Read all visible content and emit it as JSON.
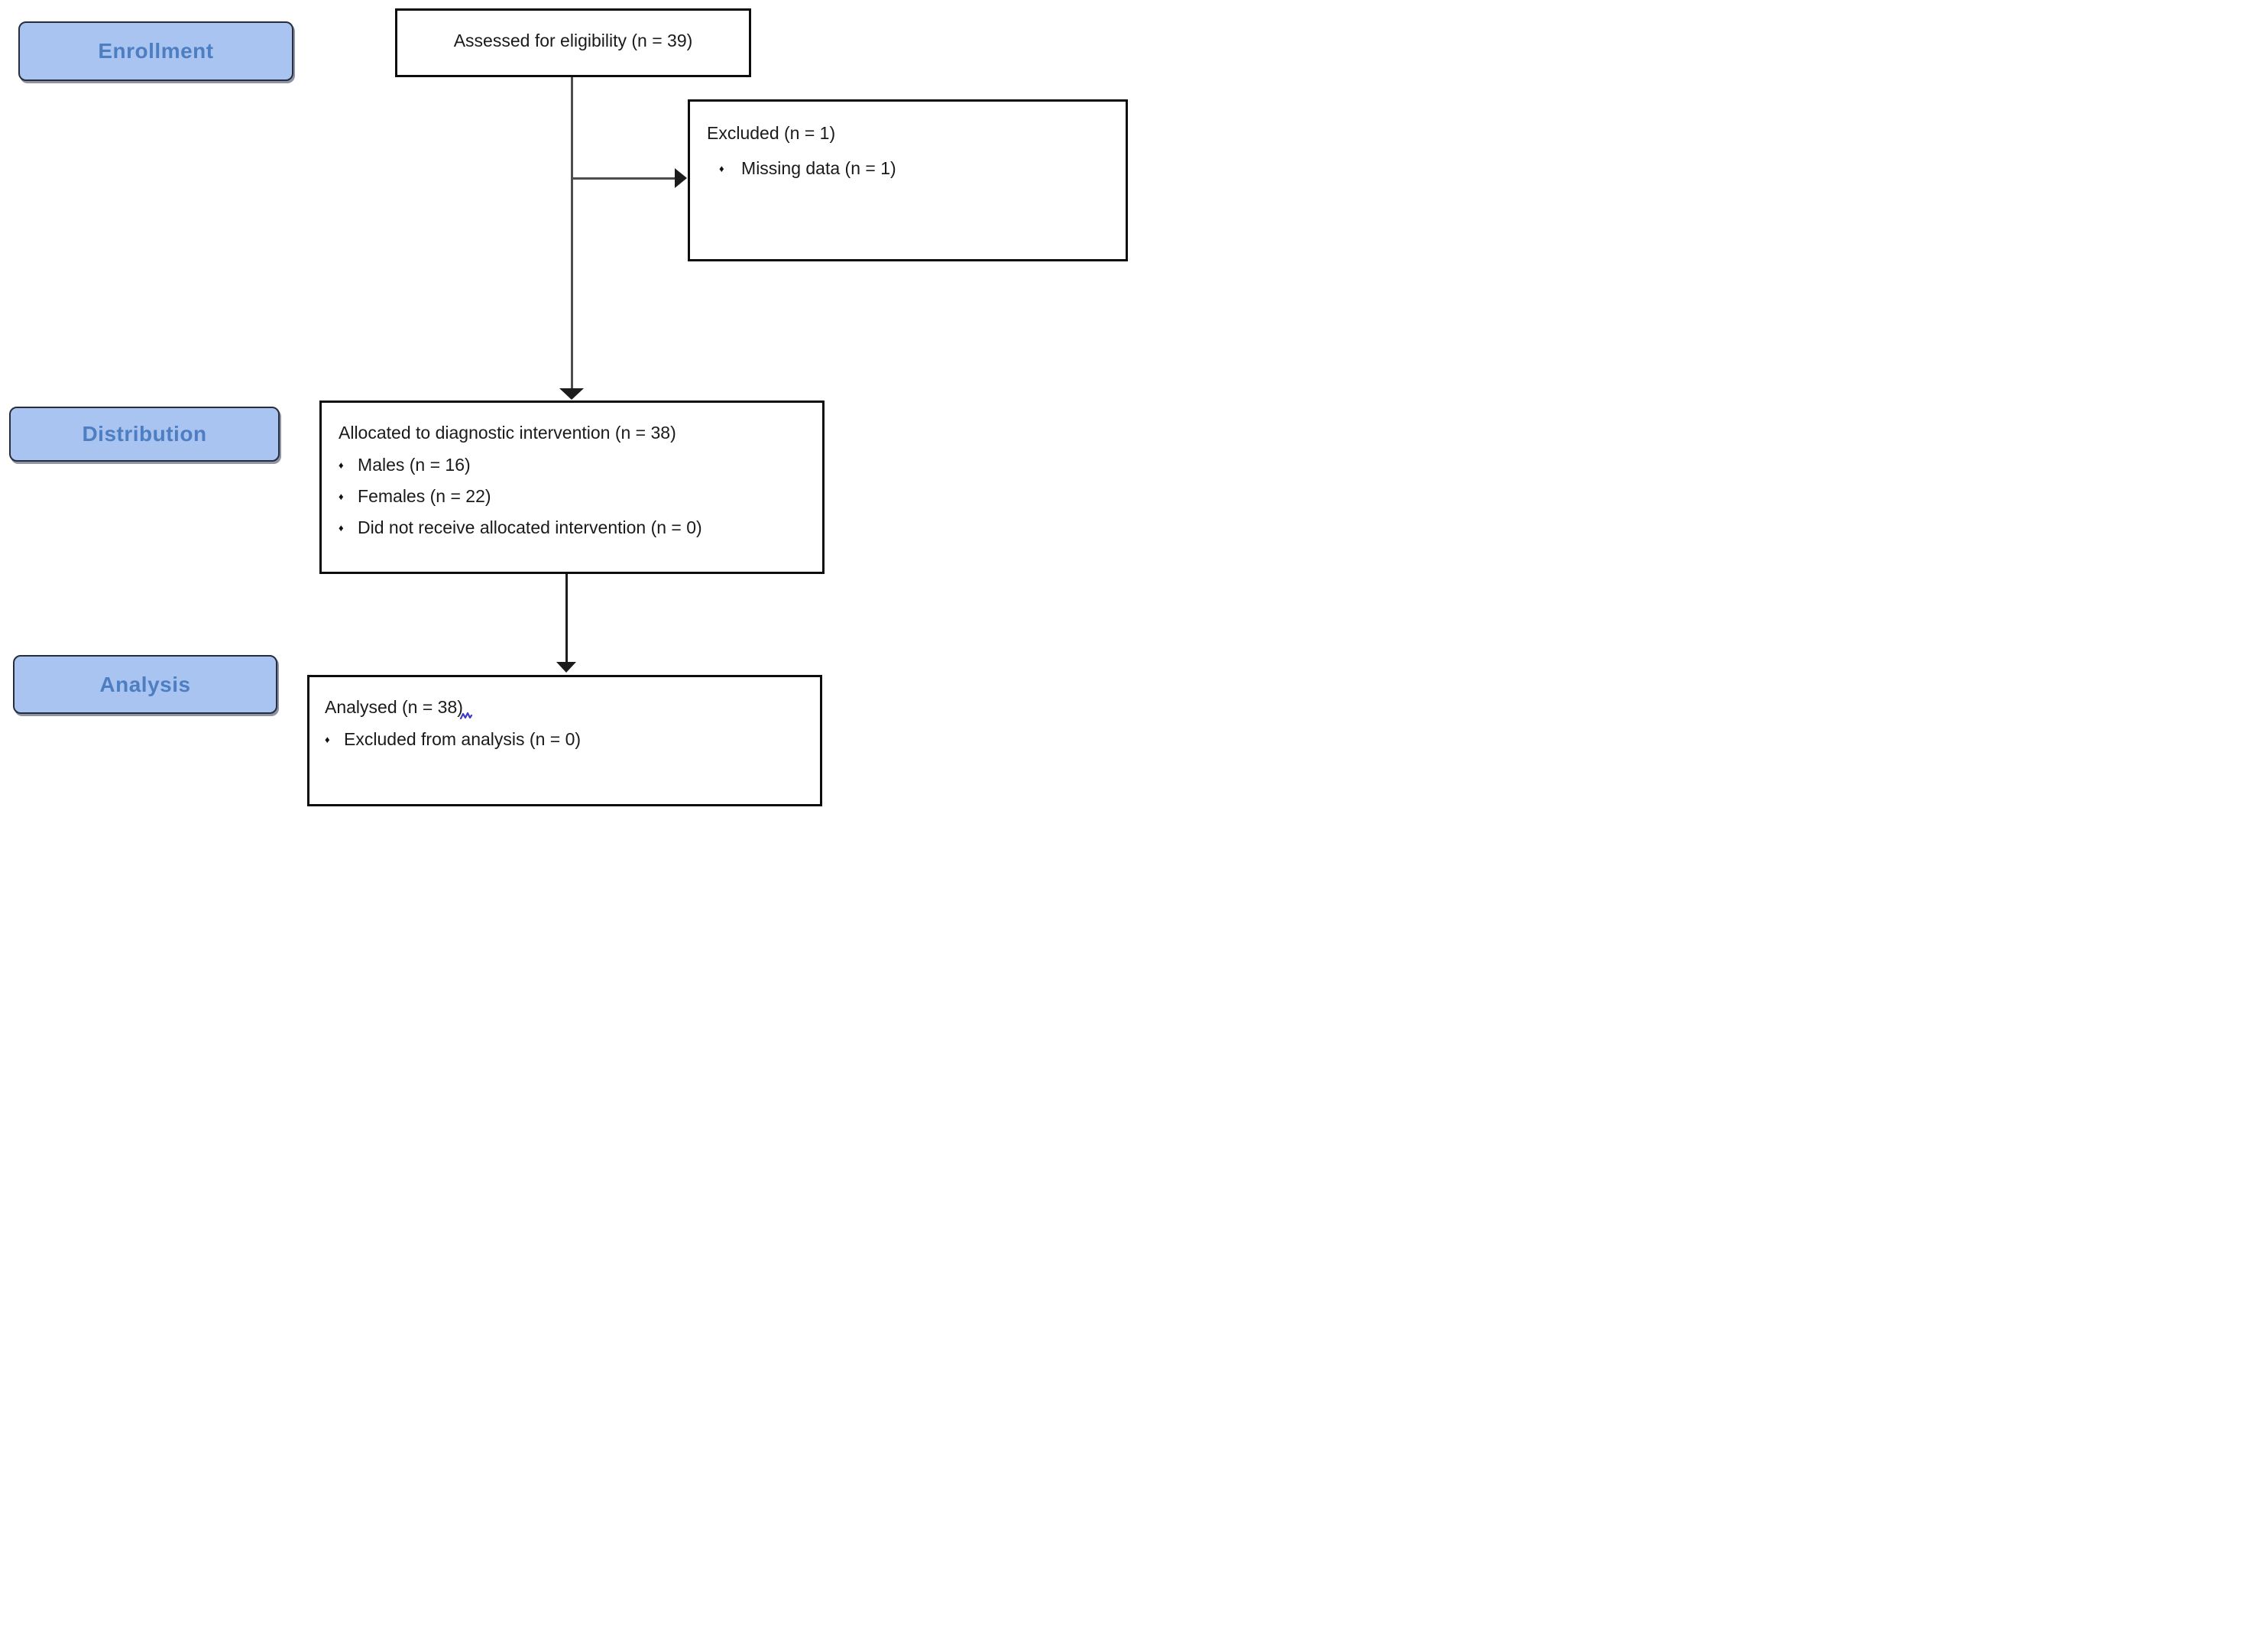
{
  "figure": {
    "type": "consort-flow-diagram",
    "stage_labels": [
      {
        "text": "Enrollment"
      },
      {
        "text": "Distribution"
      },
      {
        "text": "Analysis"
      }
    ],
    "nodes": {
      "assessed": {
        "title": "Assessed for eligibility (n = 39)"
      },
      "excluded": {
        "title": "Excluded (n = 1)",
        "bullets": [
          "Missing data (n = 1)"
        ]
      },
      "allocated": {
        "title": "Allocated to diagnostic intervention (n = 38)",
        "bullets": [
          "Males (n = 16)",
          "Females (n = 22)",
          "Did not receive allocated intervention (n = 0)"
        ]
      },
      "analysed": {
        "title": "Analysed (n = 38)",
        "bullets": [
          "Excluded from analysis (n = 0)"
        ]
      }
    },
    "bullet_glyph": "♦",
    "colors": {
      "stage_fill": "#a9c4f0",
      "stage_border": "#272d3a",
      "stage_text": "#4d7ec2",
      "node_border": "#0d0d0d",
      "node_text": "#1a1a1a",
      "arrow_line_gray": "#4d4d4d",
      "arrow_head_black": "#1c1c1c",
      "artifact_blue": "#3c3cc8"
    }
  }
}
